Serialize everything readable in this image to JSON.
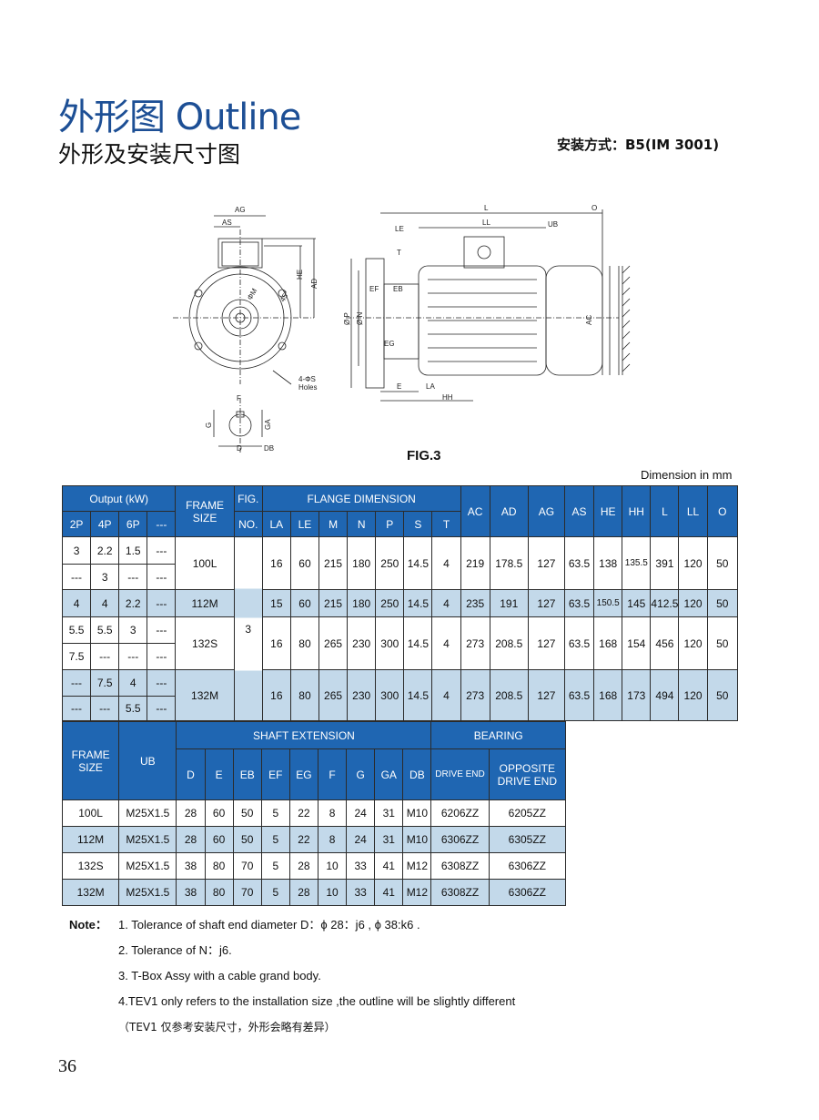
{
  "header": {
    "title": "外形图 Outline",
    "subtitle": "外形及安装尺寸图",
    "mounting": "安装方式：B5(IM 3001)"
  },
  "figure": {
    "caption": "FIG.3",
    "labels": {
      "AG": "AG",
      "AS": "AS",
      "HE": "HE",
      "AD": "AD",
      "M": "ΦM",
      "angle": "45°",
      "holes1": "4-ΦS",
      "holes2": "Holes",
      "F": "F",
      "G": "G",
      "GA": "GA",
      "D": "D",
      "DB": "DB",
      "L": "L",
      "LL": "LL",
      "UB": "UB",
      "O": "O",
      "LE": "LE",
      "T": "T",
      "EF": "EF",
      "EB": "EB",
      "P": "Ø P",
      "N": "Ø N",
      "EG": "EG",
      "E": "E",
      "LA": "LA",
      "HH": "HH",
      "AC": "AC"
    }
  },
  "dimension_note": "Dimension  in  mm",
  "table1": {
    "h_output": "Output (kW)",
    "h_frame": "FRAME SIZE",
    "h_fig": "FIG.",
    "h_fig2": "NO.",
    "h_flange": "FLANGE DIMENSION",
    "poles": [
      "2P",
      "4P",
      "6P",
      "---"
    ],
    "flange_cols": [
      "LA",
      "LE",
      "M",
      "N",
      "P",
      "S",
      "T"
    ],
    "other_cols": [
      "AC",
      "AD",
      "AG",
      "AS",
      "HE",
      "HH",
      "L",
      "LL",
      "O"
    ],
    "fig_no": "3",
    "groups": [
      {
        "frame": "100L",
        "outputs": [
          [
            "3",
            "2.2",
            "1.5",
            "---"
          ],
          [
            "---",
            "3",
            "---",
            "---"
          ]
        ],
        "flange": [
          "16",
          "60",
          "215",
          "180",
          "250",
          "14.5",
          "4"
        ],
        "other": [
          "219",
          "178.5",
          "127",
          "63.5",
          "138",
          "135.5",
          "391",
          "120",
          "50"
        ]
      },
      {
        "frame": "112M",
        "outputs": [
          [
            "4",
            "4",
            "2.2",
            "---"
          ]
        ],
        "flange": [
          "15",
          "60",
          "215",
          "180",
          "250",
          "14.5",
          "4"
        ],
        "other": [
          "235",
          "191",
          "127",
          "63.5",
          "150.5",
          "145",
          "412.5",
          "120",
          "50"
        ]
      },
      {
        "frame": "132S",
        "outputs": [
          [
            "5.5",
            "5.5",
            "3",
            "---"
          ],
          [
            "7.5",
            "---",
            "---",
            "---"
          ]
        ],
        "flange": [
          "16",
          "80",
          "265",
          "230",
          "300",
          "14.5",
          "4"
        ],
        "other": [
          "273",
          "208.5",
          "127",
          "63.5",
          "168",
          "154",
          "456",
          "120",
          "50"
        ]
      },
      {
        "frame": "132M",
        "outputs": [
          [
            "---",
            "7.5",
            "4",
            "---"
          ],
          [
            "---",
            "---",
            "5.5",
            "---"
          ]
        ],
        "flange": [
          "16",
          "80",
          "265",
          "230",
          "300",
          "14.5",
          "4"
        ],
        "other": [
          "273",
          "208.5",
          "127",
          "63.5",
          "168",
          "173",
          "494",
          "120",
          "50"
        ]
      }
    ]
  },
  "table2": {
    "h_frame": "FRAME SIZE",
    "h_ub": "UB",
    "h_shaft": "SHAFT  EXTENSION",
    "h_bearing": "BEARING",
    "shaft_cols": [
      "D",
      "E",
      "EB",
      "EF",
      "EG",
      "F",
      "G",
      "GA",
      "DB"
    ],
    "h_drive": "DRIVE END",
    "h_opp1": "OPPOSITE",
    "h_opp2": "DRIVE  END",
    "rows": [
      [
        "100L",
        "M25X1.5",
        "28",
        "60",
        "50",
        "5",
        "22",
        "8",
        "24",
        "31",
        "M10",
        "6206ZZ",
        "6205ZZ"
      ],
      [
        "112M",
        "M25X1.5",
        "28",
        "60",
        "50",
        "5",
        "22",
        "8",
        "24",
        "31",
        "M10",
        "6306ZZ",
        "6305ZZ"
      ],
      [
        "132S",
        "M25X1.5",
        "38",
        "80",
        "70",
        "5",
        "28",
        "10",
        "33",
        "41",
        "M12",
        "6308ZZ",
        "6306ZZ"
      ],
      [
        "132M",
        "M25X1.5",
        "38",
        "80",
        "70",
        "5",
        "28",
        "10",
        "33",
        "41",
        "M12",
        "6308ZZ",
        "6306ZZ"
      ]
    ]
  },
  "notes": {
    "label": "Note：",
    "items": [
      "1. Tolerance  of  shaft  end  diameter  D：ϕ 28：j6 , ϕ 38:k6 .",
      "2. Tolerance  of  N：j6.",
      "3. T-Box Assy with a cable grand body.",
      "4.TEV1 only refers  to the installation size ,the outline will be slightly different",
      "（TEV1 仅参考安装尺寸，外形会略有差异）"
    ]
  },
  "page_number": "36",
  "colors": {
    "header_blue": "#1f66b2",
    "row_blue": "#c3d9ea",
    "title_blue": "#1d4f95"
  }
}
